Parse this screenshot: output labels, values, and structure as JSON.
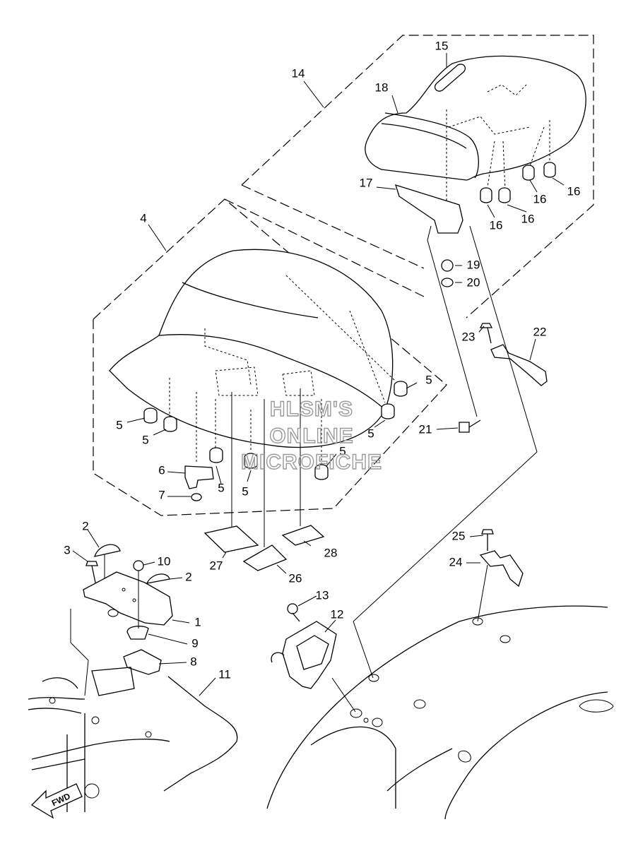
{
  "watermark": {
    "line1": "HLSM'S",
    "line2": "ONLINE",
    "line3": "MICROFICHE"
  },
  "direction_arrow": {
    "label": "FWD"
  },
  "callouts": {
    "c1": "1",
    "c2a": "2",
    "c2b": "2",
    "c3": "3",
    "c4": "4",
    "c5a": "5",
    "c5b": "5",
    "c5c": "5",
    "c5d": "5",
    "c5e": "5",
    "c5f": "5",
    "c5g": "5",
    "c6": "6",
    "c7": "7",
    "c8": "8",
    "c9": "9",
    "c10": "10",
    "c11": "11",
    "c12": "12",
    "c13": "13",
    "c14": "14",
    "c15": "15",
    "c16a": "16",
    "c16b": "16",
    "c16c": "16",
    "c16d": "16",
    "c17": "17",
    "c18": "18",
    "c19": "19",
    "c20": "20",
    "c21": "21",
    "c22": "22",
    "c23": "23",
    "c24": "24",
    "c25": "25",
    "c26": "26",
    "c27": "27",
    "c28": "28"
  }
}
